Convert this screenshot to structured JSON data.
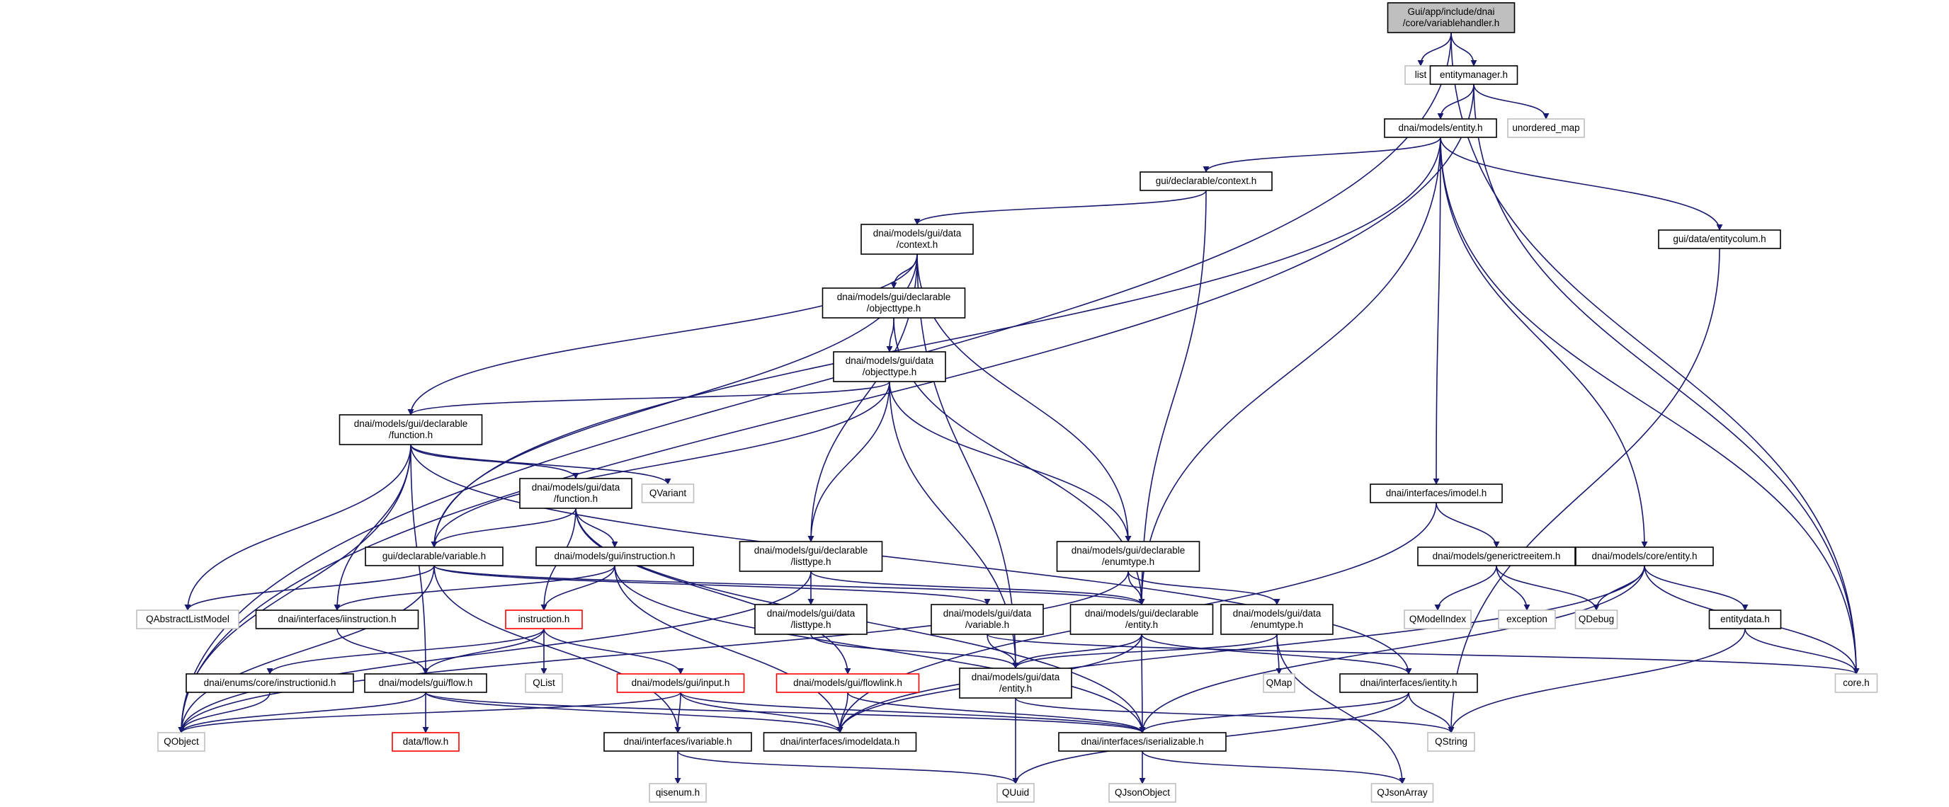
{
  "colors": {
    "edge": "#191970",
    "node_border": "#000000",
    "external_border": "#bfbfbf",
    "truncated_border": "#ff0000",
    "root_fill": "#bfbfbf",
    "fill": "#ffffff",
    "text": "#000000",
    "external_text": "#000000"
  },
  "nodes": [
    {
      "id": "root",
      "kind": "root",
      "lines": [
        "Gui/app/include/dnai",
        "/core/variablehandler.h"
      ]
    },
    {
      "id": "list",
      "kind": "external",
      "lines": [
        "list"
      ]
    },
    {
      "id": "entitymanager",
      "kind": "normal",
      "lines": [
        "entitymanager.h"
      ]
    },
    {
      "id": "unordered_map",
      "kind": "external",
      "lines": [
        "unordered_map"
      ]
    },
    {
      "id": "models_entity",
      "kind": "normal",
      "lines": [
        "dnai/models/entity.h"
      ]
    },
    {
      "id": "decl_context",
      "kind": "normal",
      "lines": [
        "gui/declarable/context.h"
      ]
    },
    {
      "id": "entitycolum",
      "kind": "normal",
      "lines": [
        "gui/data/entitycolum.h"
      ]
    },
    {
      "id": "data_context",
      "kind": "normal",
      "lines": [
        "dnai/models/gui/data",
        "/context.h"
      ]
    },
    {
      "id": "decl_objecttype",
      "kind": "normal",
      "lines": [
        "dnai/models/gui/declarable",
        "/objecttype.h"
      ]
    },
    {
      "id": "data_objecttype",
      "kind": "normal",
      "lines": [
        "dnai/models/gui/data",
        "/objecttype.h"
      ]
    },
    {
      "id": "decl_function",
      "kind": "normal",
      "lines": [
        "dnai/models/gui/declarable",
        "/function.h"
      ]
    },
    {
      "id": "qvariant",
      "kind": "external",
      "lines": [
        "QVariant"
      ]
    },
    {
      "id": "data_function",
      "kind": "normal",
      "lines": [
        "dnai/models/gui/data",
        "/function.h"
      ]
    },
    {
      "id": "imodel",
      "kind": "normal",
      "lines": [
        "dnai/interfaces/imodel.h"
      ]
    },
    {
      "id": "generictreeitem",
      "kind": "normal",
      "lines": [
        "dnai/models/generictreeitem.h"
      ]
    },
    {
      "id": "core_entity",
      "kind": "normal",
      "lines": [
        "dnai/models/core/entity.h"
      ]
    },
    {
      "id": "decl_variable",
      "kind": "normal",
      "lines": [
        "gui/declarable/variable.h"
      ]
    },
    {
      "id": "gui_instruction",
      "kind": "normal",
      "lines": [
        "dnai/models/gui/instruction.h"
      ]
    },
    {
      "id": "decl_listtype",
      "kind": "normal",
      "lines": [
        "dnai/models/gui/declarable",
        "/listtype.h"
      ]
    },
    {
      "id": "decl_enumtype",
      "kind": "normal",
      "lines": [
        "dnai/models/gui/declarable",
        "/enumtype.h"
      ]
    },
    {
      "id": "qabstractlistmodel",
      "kind": "external",
      "lines": [
        "QAbstractListModel"
      ]
    },
    {
      "id": "iinstruction",
      "kind": "normal",
      "lines": [
        "dnai/interfaces/iinstruction.h"
      ]
    },
    {
      "id": "instruction",
      "kind": "truncated",
      "lines": [
        "instruction.h"
      ]
    },
    {
      "id": "data_listtype",
      "kind": "normal",
      "lines": [
        "dnai/models/gui/data",
        "/listtype.h"
      ]
    },
    {
      "id": "data_variable",
      "kind": "normal",
      "lines": [
        "dnai/models/gui/data",
        "/variable.h"
      ]
    },
    {
      "id": "decl_entity",
      "kind": "normal",
      "lines": [
        "dnai/models/gui/declarable",
        "/entity.h"
      ]
    },
    {
      "id": "data_enumtype",
      "kind": "normal",
      "lines": [
        "dnai/models/gui/data",
        "/enumtype.h"
      ]
    },
    {
      "id": "qmodelindex",
      "kind": "external",
      "lines": [
        "QModelIndex"
      ]
    },
    {
      "id": "exception",
      "kind": "external",
      "lines": [
        "exception"
      ]
    },
    {
      "id": "qdebug",
      "kind": "external",
      "lines": [
        "QDebug"
      ]
    },
    {
      "id": "entitydata",
      "kind": "normal",
      "lines": [
        "entitydata.h"
      ]
    },
    {
      "id": "qlist",
      "kind": "external",
      "lines": [
        "QList"
      ]
    },
    {
      "id": "instructionid",
      "kind": "normal",
      "lines": [
        "dnai/enums/core/instructionid.h"
      ]
    },
    {
      "id": "flow",
      "kind": "normal",
      "lines": [
        "dnai/models/gui/flow.h"
      ]
    },
    {
      "id": "input",
      "kind": "truncated",
      "lines": [
        "dnai/models/gui/input.h"
      ]
    },
    {
      "id": "flowlink",
      "kind": "truncated",
      "lines": [
        "dnai/models/gui/flowlink.h"
      ]
    },
    {
      "id": "data_entity",
      "kind": "normal",
      "lines": [
        "dnai/models/gui/data",
        "/entity.h"
      ]
    },
    {
      "id": "qmap",
      "kind": "external",
      "lines": [
        "QMap"
      ]
    },
    {
      "id": "ientity",
      "kind": "normal",
      "lines": [
        "dnai/interfaces/ientity.h"
      ]
    },
    {
      "id": "core",
      "kind": "external",
      "lines": [
        "core.h"
      ]
    },
    {
      "id": "qobject",
      "kind": "external",
      "lines": [
        "QObject"
      ]
    },
    {
      "id": "data_flow",
      "kind": "truncated",
      "lines": [
        "data/flow.h"
      ]
    },
    {
      "id": "imodeldata",
      "kind": "normal",
      "lines": [
        "dnai/interfaces/imodeldata.h"
      ]
    },
    {
      "id": "iserializable",
      "kind": "normal",
      "lines": [
        "dnai/interfaces/iserializable.h"
      ]
    },
    {
      "id": "qstring",
      "kind": "external",
      "lines": [
        "QString"
      ]
    },
    {
      "id": "ivariable",
      "kind": "normal",
      "lines": [
        "dnai/interfaces/ivariable.h"
      ]
    },
    {
      "id": "qisenum",
      "kind": "external",
      "lines": [
        "qisenum.h"
      ]
    },
    {
      "id": "quuid",
      "kind": "external",
      "lines": [
        "QUuid"
      ]
    },
    {
      "id": "qjsonobject",
      "kind": "external",
      "lines": [
        "QJsonObject"
      ]
    },
    {
      "id": "qjsonarray",
      "kind": "external",
      "lines": [
        "QJsonArray"
      ]
    }
  ],
  "edges": [
    [
      "root",
      "list"
    ],
    [
      "root",
      "entitymanager"
    ],
    [
      "root",
      "qobject"
    ],
    [
      "root",
      "core"
    ],
    [
      "entitymanager",
      "models_entity"
    ],
    [
      "entitymanager",
      "unordered_map"
    ],
    [
      "entitymanager",
      "qobject"
    ],
    [
      "entitymanager",
      "core"
    ],
    [
      "models_entity",
      "decl_context"
    ],
    [
      "models_entity",
      "entitycolum"
    ],
    [
      "models_entity",
      "decl_variable"
    ],
    [
      "models_entity",
      "decl_entity"
    ],
    [
      "models_entity",
      "imodel"
    ],
    [
      "models_entity",
      "core_entity"
    ],
    [
      "models_entity",
      "core"
    ],
    [
      "decl_context",
      "data_context"
    ],
    [
      "decl_context",
      "decl_entity"
    ],
    [
      "entitycolum",
      "qstring"
    ],
    [
      "data_context",
      "decl_objecttype"
    ],
    [
      "data_context",
      "decl_function"
    ],
    [
      "data_context",
      "decl_variable"
    ],
    [
      "data_context",
      "decl_listtype"
    ],
    [
      "data_context",
      "decl_enumtype"
    ],
    [
      "data_context",
      "data_entity"
    ],
    [
      "decl_objecttype",
      "data_objecttype"
    ],
    [
      "decl_objecttype",
      "decl_entity"
    ],
    [
      "data_objecttype",
      "decl_function"
    ],
    [
      "data_objecttype",
      "decl_variable"
    ],
    [
      "data_objecttype",
      "decl_listtype"
    ],
    [
      "data_objecttype",
      "decl_enumtype"
    ],
    [
      "data_objecttype",
      "data_entity"
    ],
    [
      "decl_function",
      "data_function"
    ],
    [
      "decl_function",
      "qvariant"
    ],
    [
      "decl_function",
      "qabstractlistmodel"
    ],
    [
      "decl_function",
      "iinstruction"
    ],
    [
      "decl_function",
      "flow"
    ],
    [
      "decl_function",
      "qobject"
    ],
    [
      "decl_function",
      "ientity"
    ],
    [
      "data_function",
      "decl_variable"
    ],
    [
      "data_function",
      "gui_instruction"
    ],
    [
      "data_function",
      "instruction"
    ],
    [
      "data_function",
      "flowlink"
    ],
    [
      "data_function",
      "iserializable"
    ],
    [
      "imodel",
      "generictreeitem"
    ],
    [
      "imodel",
      "imodeldata"
    ],
    [
      "generictreeitem",
      "qmodelindex"
    ],
    [
      "generictreeitem",
      "exception"
    ],
    [
      "generictreeitem",
      "qdebug"
    ],
    [
      "core_entity",
      "qdebug"
    ],
    [
      "core_entity",
      "entitydata"
    ],
    [
      "core_entity",
      "core"
    ],
    [
      "core_entity",
      "imodeldata"
    ],
    [
      "core_entity",
      "iserializable"
    ],
    [
      "decl_variable",
      "qabstractlistmodel"
    ],
    [
      "decl_variable",
      "data_variable"
    ],
    [
      "decl_variable",
      "decl_entity"
    ],
    [
      "decl_variable",
      "qobject"
    ],
    [
      "decl_variable",
      "ivariable"
    ],
    [
      "gui_instruction",
      "iinstruction"
    ],
    [
      "gui_instruction",
      "instruction"
    ],
    [
      "gui_instruction",
      "imodeldata"
    ],
    [
      "gui_instruction",
      "iserializable"
    ],
    [
      "decl_listtype",
      "data_listtype"
    ],
    [
      "decl_listtype",
      "decl_entity"
    ],
    [
      "decl_listtype",
      "qobject"
    ],
    [
      "decl_enumtype",
      "decl_entity"
    ],
    [
      "decl_enumtype",
      "data_enumtype"
    ],
    [
      "decl_enumtype",
      "qobject"
    ],
    [
      "iinstruction",
      "flow"
    ],
    [
      "instruction",
      "instructionid"
    ],
    [
      "instruction",
      "flow"
    ],
    [
      "instruction",
      "qlist"
    ],
    [
      "instruction",
      "input"
    ],
    [
      "data_listtype",
      "data_entity"
    ],
    [
      "data_variable",
      "data_entity"
    ],
    [
      "data_variable",
      "core"
    ],
    [
      "decl_entity",
      "data_entity"
    ],
    [
      "decl_entity",
      "ientity"
    ],
    [
      "decl_entity",
      "imodeldata"
    ],
    [
      "decl_entity",
      "iserializable"
    ],
    [
      "data_enumtype",
      "data_entity"
    ],
    [
      "data_enumtype",
      "qmap"
    ],
    [
      "data_enumtype",
      "qjsonarray"
    ],
    [
      "entitydata",
      "core"
    ],
    [
      "entitydata",
      "qstring"
    ],
    [
      "instructionid",
      "qobject"
    ],
    [
      "flow",
      "data_flow"
    ],
    [
      "flow",
      "imodeldata"
    ],
    [
      "flow",
      "iserializable"
    ],
    [
      "flow",
      "qobject"
    ],
    [
      "input",
      "ivariable"
    ],
    [
      "input",
      "imodeldata"
    ],
    [
      "input",
      "iserializable"
    ],
    [
      "input",
      "qobject"
    ],
    [
      "flowlink",
      "imodeldata"
    ],
    [
      "flowlink",
      "iserializable"
    ],
    [
      "data_entity",
      "quuid"
    ],
    [
      "data_entity",
      "qstring"
    ],
    [
      "ientity",
      "iserializable"
    ],
    [
      "ientity",
      "qstring"
    ],
    [
      "ientity",
      "quuid"
    ],
    [
      "iserializable",
      "qjsonobject"
    ],
    [
      "iserializable",
      "qjsonarray"
    ],
    [
      "ivariable",
      "qisenum"
    ],
    [
      "ivariable",
      "quuid"
    ]
  ]
}
